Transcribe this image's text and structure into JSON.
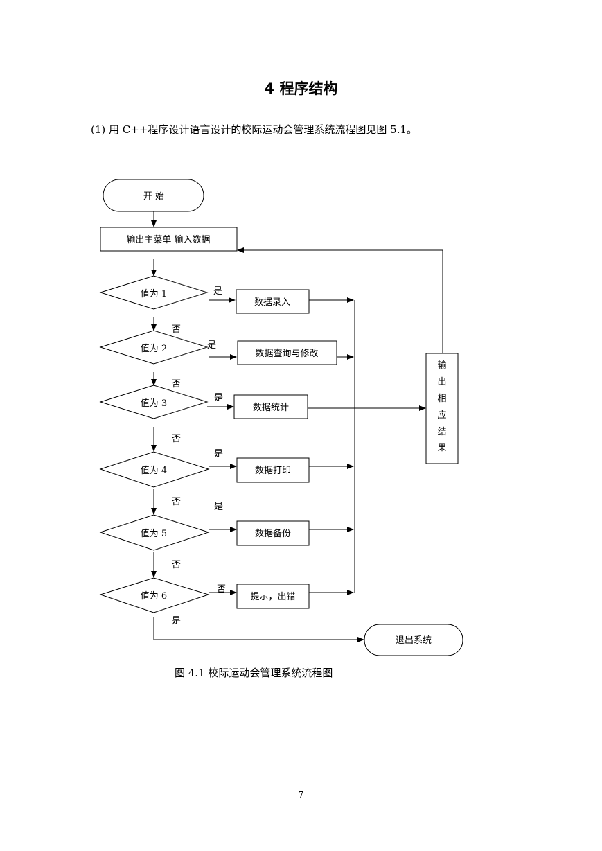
{
  "heading": "4 程序结构",
  "intro": "(1)  用 C++程序设计语言设计的校际运动会管理系统流程图见图 5.1。",
  "flowchart": {
    "start": "开  始",
    "menu": "输出主菜单  输入数据",
    "decisions": [
      "值为 1",
      "值为 2",
      "值为 3",
      "值为 4",
      "值为 5",
      "值为 6"
    ],
    "actions": [
      "数据录入",
      "数据查询与修改",
      "数据统计",
      "数据打印",
      "数据备份",
      "提示，出错"
    ],
    "yes": "是",
    "no": "否",
    "output_chars": [
      "输",
      "出",
      "相",
      "应",
      "结",
      "果"
    ],
    "exit": "退出系统"
  },
  "caption": "图 4.1  校际运动会管理系统流程图",
  "page_number": "7"
}
